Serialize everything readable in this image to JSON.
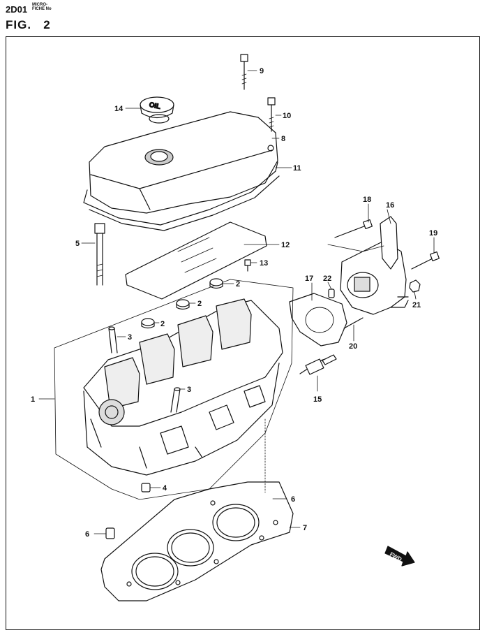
{
  "header": {
    "code": "2D01",
    "micro_line1": "MICRO-",
    "micro_line2": "FICHE No"
  },
  "figure_label": "FIG.   2",
  "direction_marker": "FWD",
  "cap_text": "OIL",
  "callouts": [
    {
      "id": "1",
      "part": "cylinder-head"
    },
    {
      "id": "2",
      "part": "plug"
    },
    {
      "id": "3",
      "part": "stud-bolt"
    },
    {
      "id": "4",
      "part": "pin"
    },
    {
      "id": "5",
      "part": "head-bolt"
    },
    {
      "id": "6",
      "part": "dowel-pin"
    },
    {
      "id": "7",
      "part": "head-gasket"
    },
    {
      "id": "8",
      "part": "cylinder-head-cover"
    },
    {
      "id": "9",
      "part": "cover-bolt"
    },
    {
      "id": "10",
      "part": "cover-bolt"
    },
    {
      "id": "11",
      "part": "cover-gasket"
    },
    {
      "id": "12",
      "part": "baffle-plate"
    },
    {
      "id": "13",
      "part": "screw"
    },
    {
      "id": "14",
      "part": "oil-filler-cap"
    },
    {
      "id": "15",
      "part": "spark-plug"
    },
    {
      "id": "16",
      "part": "thermostat-housing"
    },
    {
      "id": "17",
      "part": "housing-gasket"
    },
    {
      "id": "18",
      "part": "bolt"
    },
    {
      "id": "19",
      "part": "bolt"
    },
    {
      "id": "20",
      "part": "stud"
    },
    {
      "id": "21",
      "part": "nut"
    },
    {
      "id": "22",
      "part": "pin"
    }
  ]
}
